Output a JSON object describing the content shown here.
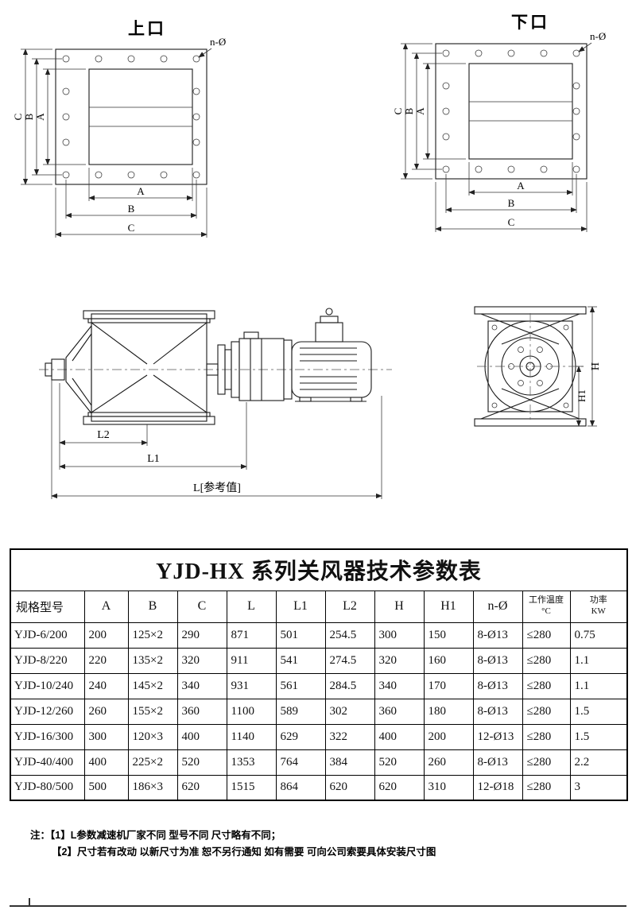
{
  "drawings": {
    "top_flange": {
      "title": "上口",
      "bolt_label": "n-Ø",
      "dims": {
        "a": "A",
        "b": "B",
        "c": "C"
      }
    },
    "bottom_flange": {
      "title": "下口",
      "bolt_label": "n-Ø",
      "dims": {
        "a": "A",
        "b": "B",
        "c": "C"
      }
    },
    "side_view": {
      "dims": {
        "l2": "L2",
        "l1": "L1",
        "l": "L[参考值]"
      }
    },
    "end_view": {
      "dims": {
        "h": "H",
        "h1": "H1"
      }
    }
  },
  "table": {
    "title": "YJD-HX 系列关风器技术参数表",
    "headers": {
      "model": "规格型号",
      "a": "A",
      "b": "B",
      "c": "C",
      "l": "L",
      "l1": "L1",
      "l2": "L2",
      "h": "H",
      "h1": "H1",
      "n": "n-Ø",
      "temp_line1": "工作温度",
      "temp_line2": "°C",
      "kw_line1": "功率",
      "kw_line2": "KW"
    },
    "rows": [
      {
        "model": "YJD-6/200",
        "a": "200",
        "b": "125×2",
        "c": "290",
        "l": "871",
        "l1": "501",
        "l2": "254.5",
        "h": "300",
        "h1": "150",
        "n": "8-Ø13",
        "temp": "≤280",
        "kw": "0.75"
      },
      {
        "model": "YJD-8/220",
        "a": "220",
        "b": "135×2",
        "c": "320",
        "l": "911",
        "l1": "541",
        "l2": "274.5",
        "h": "320",
        "h1": "160",
        "n": "8-Ø13",
        "temp": "≤280",
        "kw": "1.1"
      },
      {
        "model": "YJD-10/240",
        "a": "240",
        "b": "145×2",
        "c": "340",
        "l": "931",
        "l1": "561",
        "l2": "284.5",
        "h": "340",
        "h1": "170",
        "n": "8-Ø13",
        "temp": "≤280",
        "kw": "1.1"
      },
      {
        "model": "YJD-12/260",
        "a": "260",
        "b": "155×2",
        "c": "360",
        "l": "1100",
        "l1": "589",
        "l2": "302",
        "h": "360",
        "h1": "180",
        "n": "8-Ø13",
        "temp": "≤280",
        "kw": "1.5"
      },
      {
        "model": "YJD-16/300",
        "a": "300",
        "b": "120×3",
        "c": "400",
        "l": "1140",
        "l1": "629",
        "l2": "322",
        "h": "400",
        "h1": "200",
        "n": "12-Ø13",
        "temp": "≤280",
        "kw": "1.5"
      },
      {
        "model": "YJD-40/400",
        "a": "400",
        "b": "225×2",
        "c": "520",
        "l": "1353",
        "l1": "764",
        "l2": "384",
        "h": "520",
        "h1": "260",
        "n": "8-Ø13",
        "temp": "≤280",
        "kw": "2.2"
      },
      {
        "model": "YJD-80/500",
        "a": "500",
        "b": "186×3",
        "c": "620",
        "l": "1515",
        "l1": "864",
        "l2": "620",
        "h": "620",
        "h1": "310",
        "n": "12-Ø18",
        "temp": "≤280",
        "kw": "3"
      }
    ]
  },
  "notes": {
    "prefix": "注：",
    "items": [
      "【1】L参数减速机厂家不同 型号不同 尺寸略有不同；",
      "【2】尺寸若有改动 以新尺寸为准 恕不另行通知 如有需要 可向公司索要具体安装尺寸图"
    ]
  }
}
